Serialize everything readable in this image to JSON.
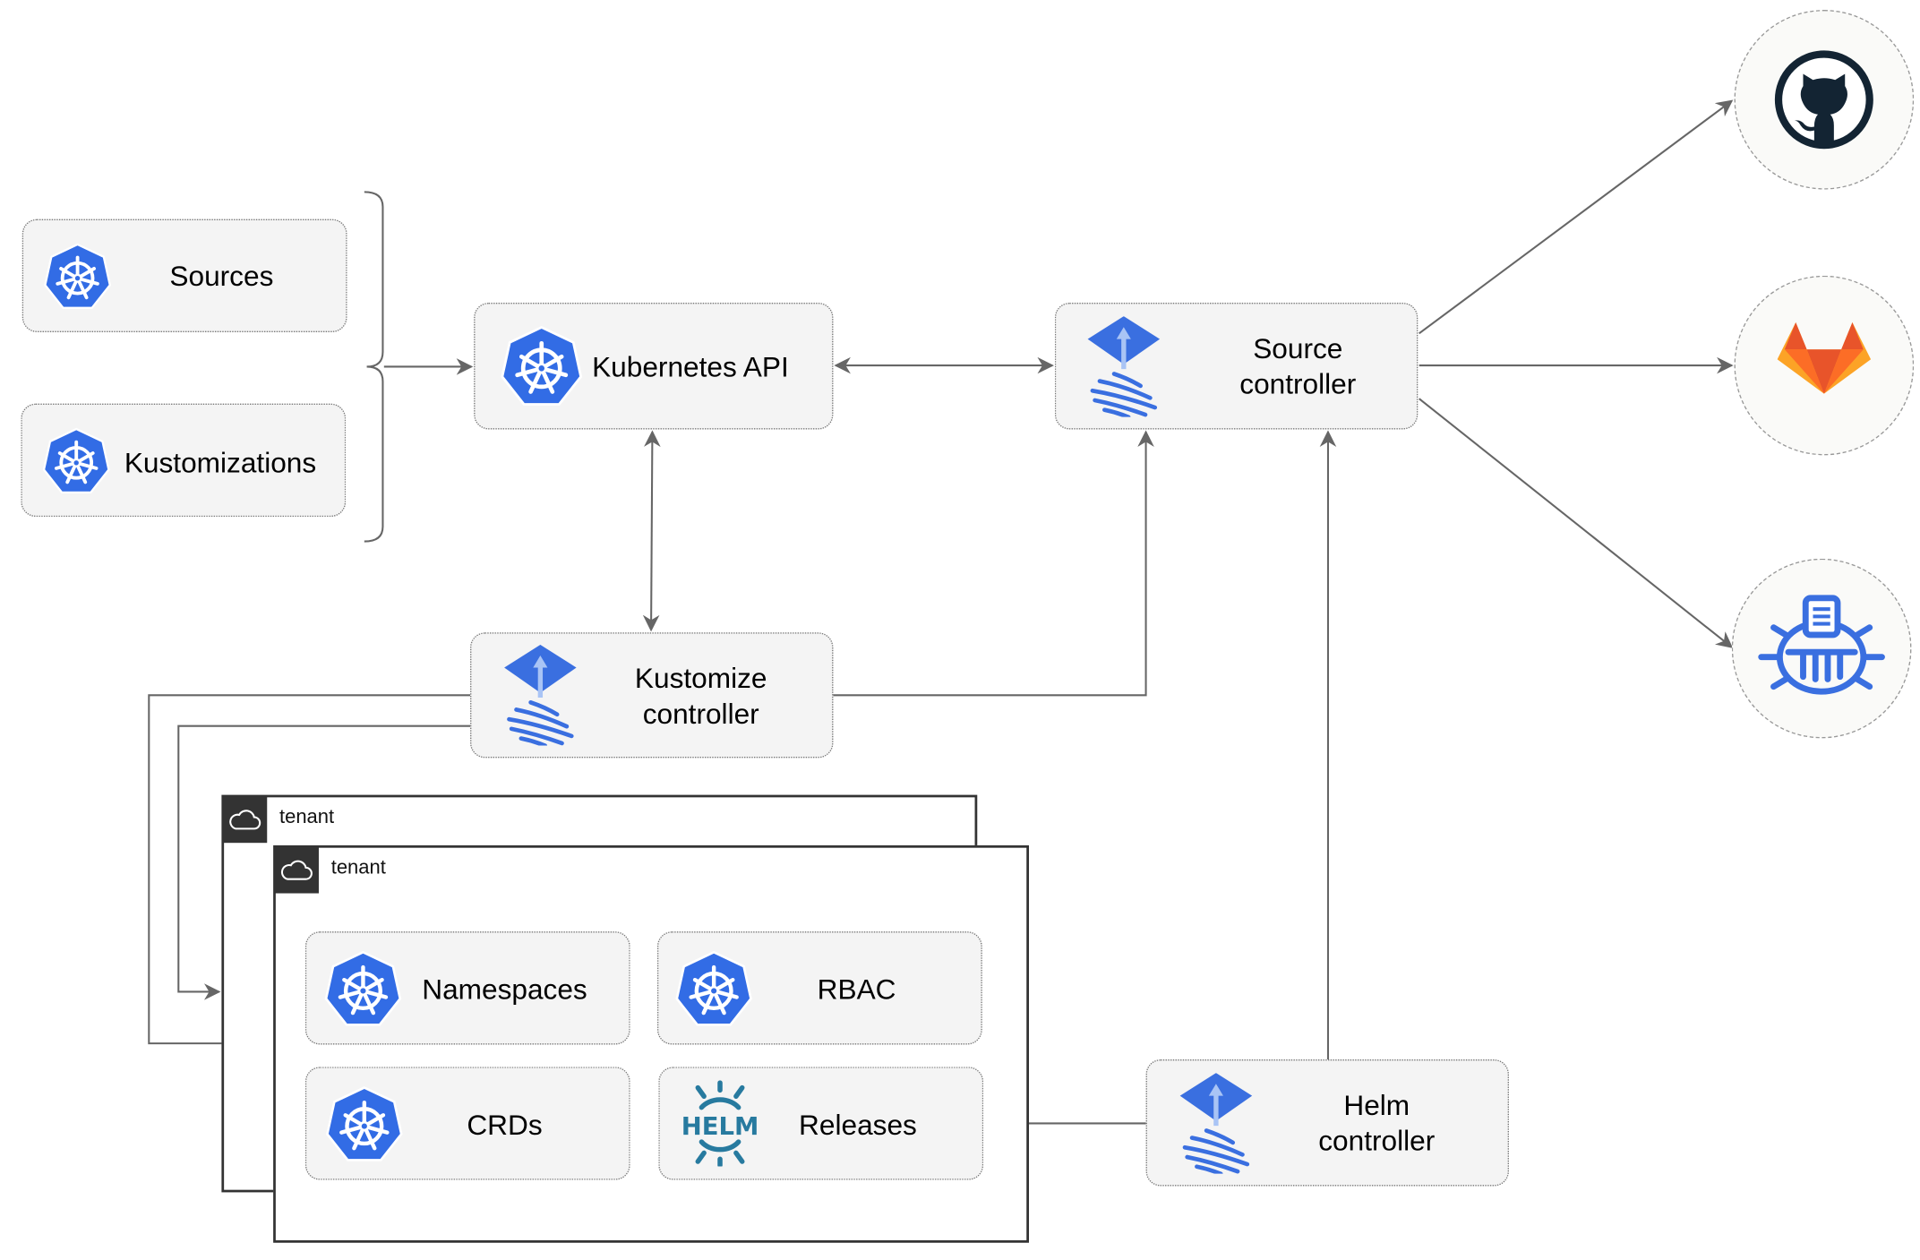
{
  "nodes": {
    "sources": "Sources",
    "kustomizations": "Kustomizations",
    "kubernetes_api": "Kubernetes API",
    "source_controller": [
      "Source",
      "controller"
    ],
    "kustomize_controller": [
      "Kustomize",
      "controller"
    ],
    "helm_controller": [
      "Helm",
      "controller"
    ],
    "namespaces": "Namespaces",
    "rbac": "RBAC",
    "crds": "CRDs",
    "releases": "Releases"
  },
  "tenants": [
    "tenant",
    "tenant"
  ],
  "icons": {
    "kubernetes": "kubernetes-icon",
    "flux": "flux-icon",
    "helm": "helm-icon",
    "helm_text": "HELM",
    "cloud": "cloud-icon",
    "repos": [
      "github-icon",
      "gitlab-icon",
      "bucket-icon"
    ]
  },
  "colors": {
    "kubernetes_blue": "#326ce5",
    "helm_teal": "#277a9f",
    "gitlab_orange": "#e8542a",
    "github_dark": "#132433",
    "connector": "#666666"
  }
}
